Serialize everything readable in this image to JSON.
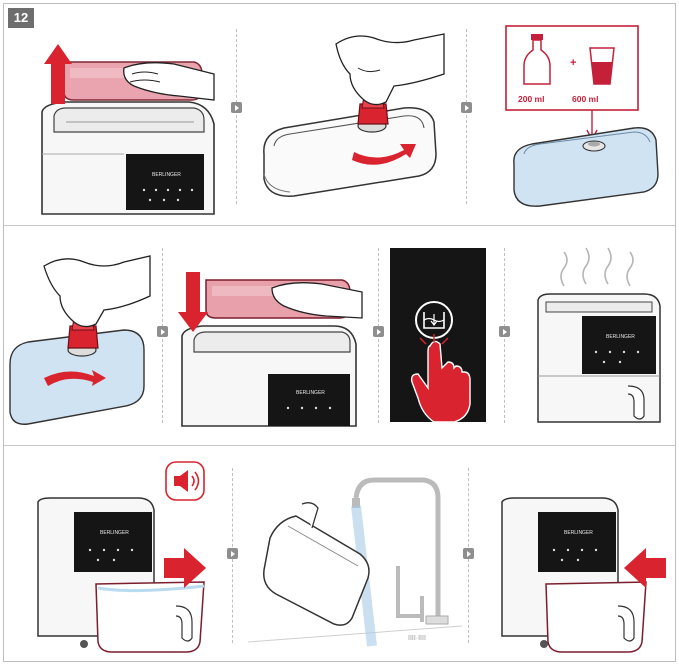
{
  "step": {
    "number": "12"
  },
  "mixture": {
    "water_ml": "200 ml",
    "vinegar_ml": "600 ml",
    "plus": "+"
  },
  "device": {
    "brand": "BERLINGER"
  },
  "colors": {
    "accent": "#c4203a",
    "lid": "#e8a0ab",
    "water": "#cfe3f2",
    "panel_dark": "#151515",
    "separator": "#8e8e8e"
  },
  "icons": {
    "up_arrow": "arrow-up-icon",
    "rotate": "rotate-arrow-icon",
    "bottle": "bottle-icon",
    "glass": "glass-icon",
    "touch": "touch-hand-icon",
    "steam": "steam-icon",
    "sound": "speaker-icon",
    "faucet": "faucet-icon"
  }
}
